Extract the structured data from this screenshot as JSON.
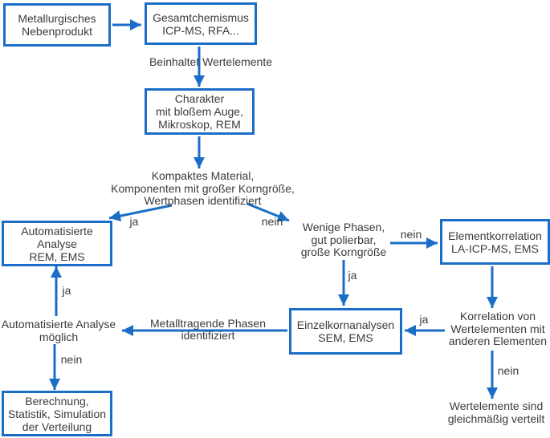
{
  "title": "Analyseschema für metallurgische Nebenprodukte",
  "colors": {
    "accent": "#1b6ec8",
    "text": "#3b3b3b",
    "background": "#ffffff"
  },
  "nodes": {
    "metallurgisches": "Metallurgisches\nNebenprodukt",
    "gesamtchemismus": "Gesamtchemismus\nICP-MS, RFA...",
    "charakter": "Charakter\nmit bloßem Auge,\nMikroskop, REM",
    "automatisierte_analyse": "Automatisierte\nAnalyse\nREM, EMS",
    "elementkorrelation": "Elementkorrelation\nLA-ICP-MS, EMS",
    "einzelkornanalysen": "Einzelkornanalysen\nSEM, EMS",
    "berechnung": "Berechnung,\nStatistik, Simulation\nder Verteilung"
  },
  "texts": {
    "kompaktes_material": "Kompaktes Material,\nKomponenten mit großer Korngröße,\nWertphasen identifiziert",
    "wenige_phasen": "Wenige Phasen,\ngut polierbar,\ngroße Korngröße",
    "korrelation": "Korrelation von\nWertelementen mit\nanderen Elementen",
    "automatisierte_moeglich": "Automatisierte Analyse\nmöglich",
    "wertelemente_verteilt": "Wertelemente sind\ngleichmäßig verteilt"
  },
  "edge_labels": {
    "beinhaltet": "Beinhaltet Wertelemente",
    "metalltragende": "Metalltragende Phasen\nidentifiziert",
    "ja_branch_left": "ja",
    "nein_branch_right": "nein",
    "nein_to_elementkorrelation": "nein",
    "ja_wenige_down": "ja",
    "ja_korrelation_to_einzelkorn": "ja",
    "ja_moeglich_up": "ja",
    "nein_moeglich_down": "nein",
    "nein_korrelation_down": "nein"
  }
}
